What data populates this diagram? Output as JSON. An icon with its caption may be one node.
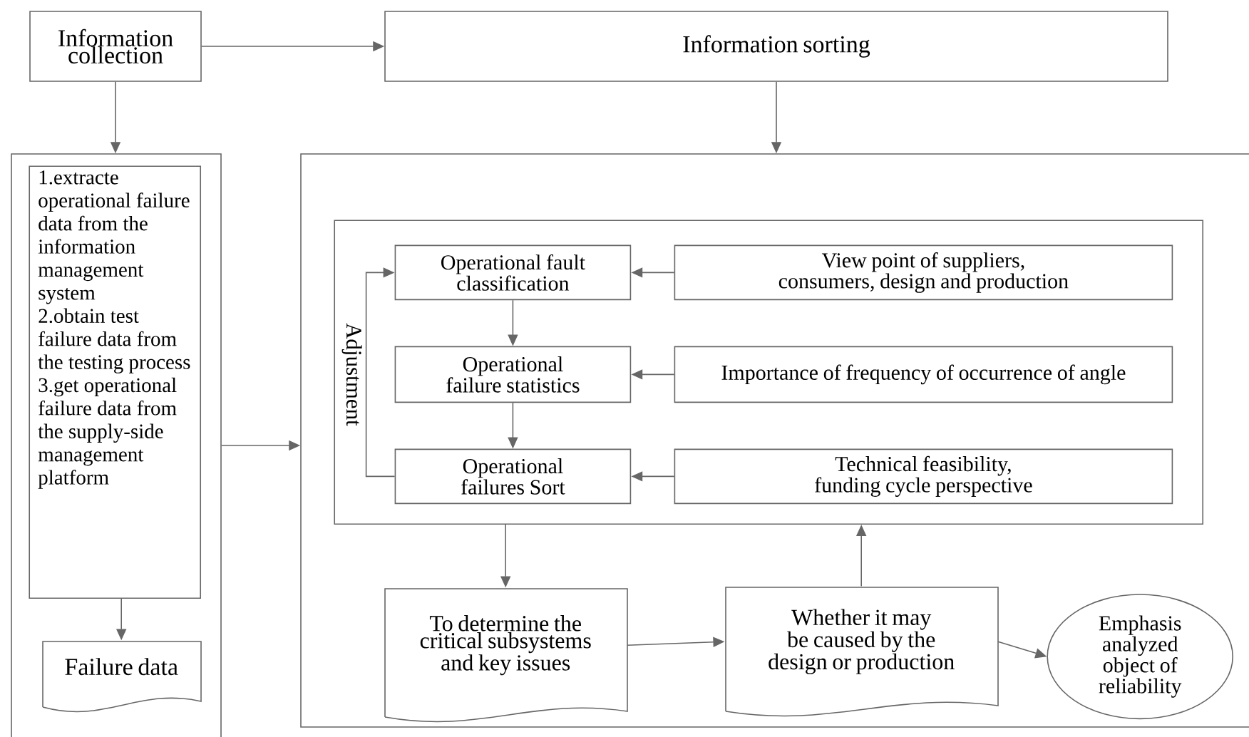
{
  "diagram": {
    "nodes": [
      {
        "text": [
          "Information collection"
        ]
      },
      {
        "text": [
          "Information sorting"
        ]
      },
      {
        "text": [],
        "shape": "box"
      },
      {
        "text": [
          "1.extracte operational failure data from the information management system",
          "2.obtain test failure data from the testing process",
          "3.get operational failure data from the supply-side management platform"
        ],
        "in": 2
      },
      {
        "text": [
          "Failure data"
        ],
        "in": 2
      },
      {
        "text": [],
        "shape": "box"
      },
      {
        "text": [],
        "shape": "box",
        "in": 5
      },
      {
        "text": [
          "Operational fault classification"
        ],
        "in": 6
      },
      {
        "text": [
          "View point of suppliers, consumers, design and production"
        ],
        "in": 6
      },
      {
        "text": [
          "Operational failure statistics"
        ],
        "in": 6
      },
      {
        "text": [
          "Importance of frequency of occurrence of angle"
        ],
        "in": 6
      },
      {
        "text": [
          "Operational failures Sort"
        ],
        "in": 6
      },
      {
        "text": [
          "Technical feasibility, funding cycle perspective"
        ],
        "in": 6
      },
      {
        "text": [
          "To determine the critical subsystems and key issues"
        ],
        "in": 5
      },
      {
        "text": [
          "Whether it may be caused by the design or production"
        ],
        "in": 5
      },
      {
        "text": [
          "Emphasis analyzed object of reliability"
        ],
        "in": 5
      }
    ],
    "edges": [
      {
        "from": 0,
        "to": 1,
        "arrow": "to"
      },
      {
        "from": 0,
        "to": 2,
        "arrow": "to"
      },
      {
        "from": 1,
        "to": 5,
        "arrow": "to"
      },
      {
        "from": 3,
        "to": 4,
        "arrow": "to"
      },
      {
        "from": 2,
        "to": 5,
        "arrow": "to"
      },
      {
        "from": 8,
        "to": 7,
        "arrow": "to"
      },
      {
        "from": 10,
        "to": 9,
        "arrow": "to"
      },
      {
        "from": 12,
        "to": 11,
        "arrow": "to"
      },
      {
        "from": 7,
        "to": 9,
        "arrow": "to"
      },
      {
        "from": 9,
        "to": 11,
        "arrow": "to"
      },
      {
        "from": 11,
        "to": 7,
        "arrow": "to",
        "label": "Adjustment"
      },
      {
        "from": 6,
        "to": 13,
        "arrow": "to"
      },
      {
        "from": 13,
        "to": 14,
        "arrow": "to"
      },
      {
        "from": 14,
        "to": 6,
        "arrow": "to"
      },
      {
        "from": 14,
        "to": 15,
        "arrow": "to"
      }
    ]
  }
}
